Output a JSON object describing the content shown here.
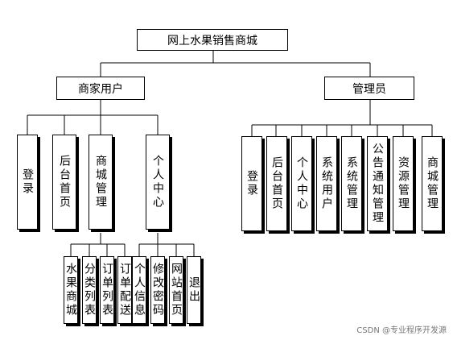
{
  "root": "网上水果销售商城",
  "merchant": {
    "title": "商家用户",
    "children": [
      "登录",
      "后台首页",
      "商城管理",
      "个人中心"
    ],
    "mall_sub": [
      "水果商城",
      "分类列表",
      "订单列表",
      "订单配送"
    ],
    "center_sub": [
      "个人信息",
      "修改密码",
      "网站首页",
      "退出"
    ]
  },
  "admin": {
    "title": "管理员",
    "children": [
      "登录",
      "后台首页",
      "个人中心",
      "系统用户",
      "系统管理",
      "公告通知管理",
      "资源管理",
      "商城管理"
    ]
  },
  "watermark": "CSDN @专业程序开发源"
}
